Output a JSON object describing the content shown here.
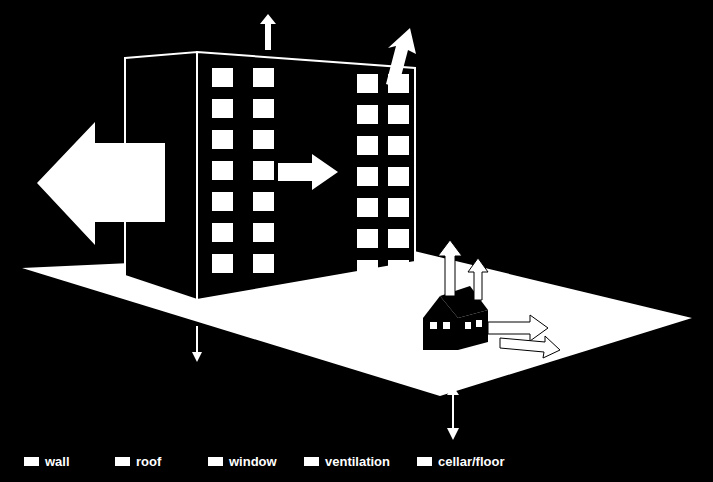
{
  "diagram": {
    "legend": [
      {
        "text": "wall",
        "color": "#ffffff"
      },
      {
        "text": "roof",
        "color": "#ffffff"
      },
      {
        "text": "window",
        "color": "#ffffff"
      },
      {
        "text": "ventilation",
        "color": "#ffffff"
      },
      {
        "text": "cellar/floor",
        "color": "#ffffff"
      }
    ]
  }
}
